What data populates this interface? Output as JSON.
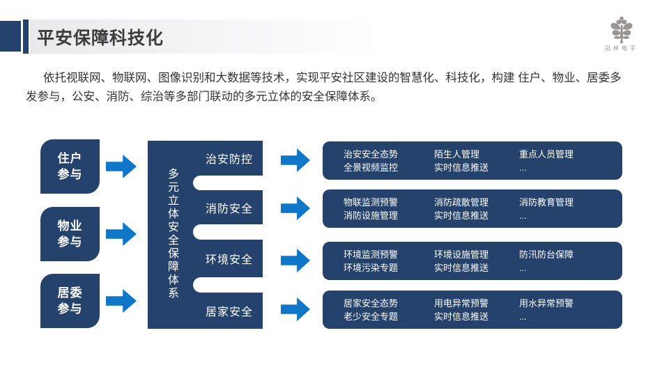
{
  "colors": {
    "navy": "#24426B",
    "arrow_blue": "#0F76C8",
    "title_text": "#3C3C3C",
    "body_text": "#333333",
    "band_gray": "#E9E9EB",
    "logo_gray": "#9A9595"
  },
  "header": {
    "title": "平安保障科技化"
  },
  "logo": {
    "company": "冠林电子"
  },
  "intro": {
    "line1": "依托视联网、物联网、图像识别和大数据等技术，实现平安社区建设的智慧化、科技化，构建 住户、物业、居委多",
    "line2": "发参与，公安、消防、综治等多部门联动的多元立体的安全保障体系。"
  },
  "flow": {
    "system_label": "多元立体安全保障体系",
    "participants": [
      {
        "line1": "住户",
        "line2": "参与"
      },
      {
        "line1": "物业",
        "line2": "参与"
      },
      {
        "line1": "居委",
        "line2": "参与"
      }
    ],
    "rows": [
      {
        "category": "治安防控",
        "items": [
          {
            "line1": "治安安全态势",
            "line2": "全景视频监控"
          },
          {
            "line1": "陌生人管理",
            "line2": "实时信息推送"
          },
          {
            "line1": "重点人员管理",
            "line2": "..."
          }
        ]
      },
      {
        "category": "消防安全",
        "items": [
          {
            "line1": "物联监测预警",
            "line2": "消防设施管理"
          },
          {
            "line1": "消防疏散管理",
            "line2": "实时信息推送"
          },
          {
            "line1": "消防教育管理",
            "line2": "..."
          }
        ]
      },
      {
        "category": "环境安全",
        "items": [
          {
            "line1": "环境监测预警",
            "line2": "环境污染专题"
          },
          {
            "line1": "环境设施管理",
            "line2": "实时信息推送"
          },
          {
            "line1": "防汛防台保障",
            "line2": "..."
          }
        ]
      },
      {
        "category": "居家安全",
        "items": [
          {
            "line1": "居家安全态势",
            "line2": "老少安全专题"
          },
          {
            "line1": "用电异常预警",
            "line2": "实时信息推送"
          },
          {
            "line1": "用水异常预警",
            "line2": "..."
          }
        ]
      }
    ]
  }
}
